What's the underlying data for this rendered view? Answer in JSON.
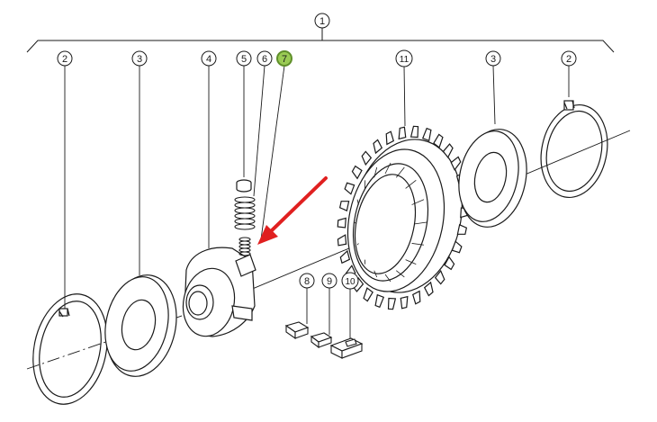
{
  "diagram": {
    "callouts": [
      {
        "id": "callout-1",
        "label": "1"
      },
      {
        "id": "callout-2a",
        "label": "2"
      },
      {
        "id": "callout-3a",
        "label": "3"
      },
      {
        "id": "callout-4",
        "label": "4"
      },
      {
        "id": "callout-5",
        "label": "5"
      },
      {
        "id": "callout-6",
        "label": "6"
      },
      {
        "id": "callout-7",
        "label": "7",
        "highlighted": true
      },
      {
        "id": "callout-11",
        "label": "11"
      },
      {
        "id": "callout-3b",
        "label": "3"
      },
      {
        "id": "callout-2b",
        "label": "2"
      },
      {
        "id": "callout-8",
        "label": "8"
      },
      {
        "id": "callout-9",
        "label": "9"
      },
      {
        "id": "callout-10",
        "label": "10"
      }
    ],
    "colors": {
      "line": "#1a1a1a",
      "highlight_fill": "#9acb54",
      "highlight_stroke": "#5f8f2a",
      "arrow": "#e02020"
    },
    "arrow_icon": "red-pointer-arrow"
  }
}
